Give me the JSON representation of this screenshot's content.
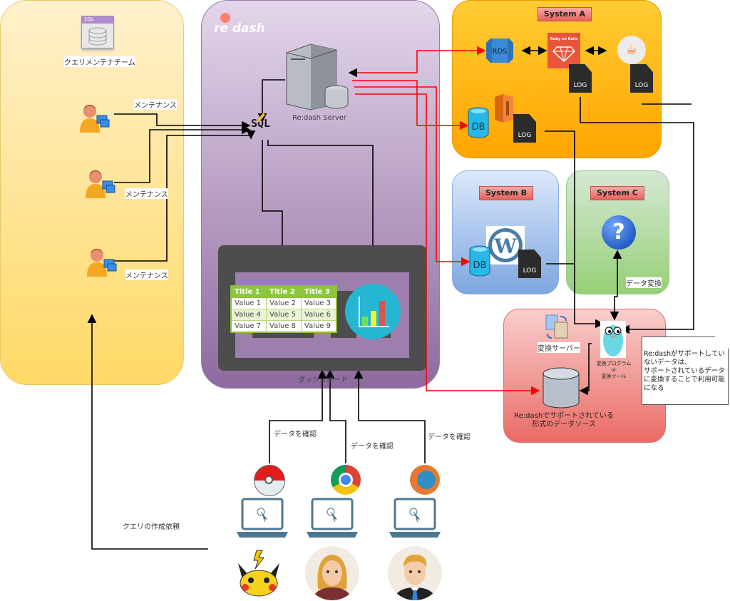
{
  "team_panel": {
    "title": "クエリメンテナチーム",
    "sql_icon_label": "SQL",
    "maintainers": [
      {
        "label": "メンテナンス"
      },
      {
        "label": "メンテナンス"
      },
      {
        "label": "メンテナンス"
      }
    ]
  },
  "redash_panel": {
    "logo_text": "re dash",
    "server_label": "Re:dash Server",
    "sql_label": "SQL",
    "dashboard_label": "ダッシュボード",
    "table": {
      "headers": [
        "Title 1",
        "Title 2",
        "Title 3"
      ],
      "rows": [
        [
          "Value 1",
          "Value 2",
          "Value 3"
        ],
        [
          "Value 4",
          "Value 5",
          "Value 6"
        ],
        [
          "Value 7",
          "Value 8",
          "Value 9"
        ]
      ]
    }
  },
  "system_a": {
    "title": "System A",
    "rds_label": "RDS",
    "rails_label": "Ruby on Rails",
    "db_label": "DB",
    "log_label": "LOG"
  },
  "system_b": {
    "title": "System B",
    "db_label": "DB",
    "log_label": "LOG"
  },
  "system_c": {
    "title": "System C",
    "unknown_icon": "?",
    "conversion_label": "データ変換"
  },
  "conversion_panel": {
    "server_label": "変換サーバー",
    "program_label_1": "変換プログラム",
    "program_label_or": "or",
    "program_label_2": "変換ツール",
    "datasource_label_1": "Re:dashでサポートされている",
    "datasource_label_2": "形式のデータソース"
  },
  "note": {
    "lines": [
      "Re:dashがサポートしていないデータは、",
      "サポートされているデータに変換することで利用可能になる"
    ]
  },
  "users": {
    "confirm_labels": [
      "データを確認",
      "データを確認",
      "データを確認"
    ],
    "request_label": "クエリの作成依頼"
  },
  "colors": {
    "red_line": "#ff0000",
    "black_line": "#000000",
    "team_bg": "#ffd966",
    "redash_bg": "#8e6a9f",
    "system_a_bg": "#ffa500",
    "system_b_bg": "#7ea6e0",
    "system_c_bg": "#97d077",
    "conversion_bg": "#ea6b66"
  }
}
